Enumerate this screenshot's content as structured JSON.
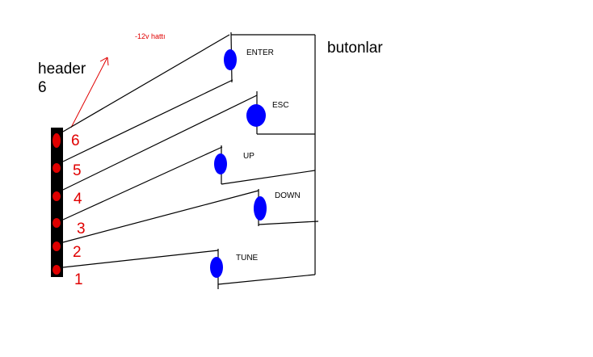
{
  "diagram": {
    "header_label_line1": "header",
    "header_label_line2": "6",
    "voltage_note": "-12v hattı",
    "group_label": "butonlar",
    "pins": [
      {
        "label": "6"
      },
      {
        "label": "5"
      },
      {
        "label": "4"
      },
      {
        "label": "3"
      },
      {
        "label": "2"
      },
      {
        "label": "1"
      }
    ],
    "buttons": [
      {
        "label": "ENTER"
      },
      {
        "label": "ESC"
      },
      {
        "label": "UP"
      },
      {
        "label": "DOWN"
      },
      {
        "label": "TUNE"
      }
    ],
    "colors": {
      "wire": "#000000",
      "button": "#0000ff",
      "pin_dot": "#e00000",
      "pin_label": "#e00000",
      "arrow": "#e00000",
      "header_bar": "#000000"
    }
  }
}
